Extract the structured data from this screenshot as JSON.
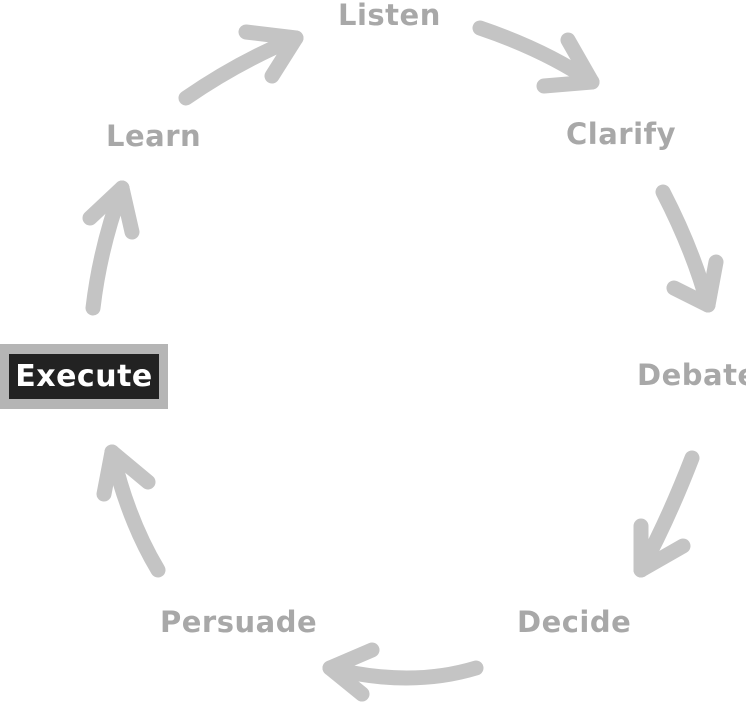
{
  "cycle": {
    "steps": {
      "listen": "Listen",
      "clarify": "Clarify",
      "debate": "Debate",
      "decide": "Decide",
      "persuade": "Persuade",
      "execute": "Execute",
      "learn": "Learn"
    },
    "current_step": "Execute"
  },
  "colors": {
    "arrow": "#c4c4c4",
    "label": "#a8a8a8",
    "current_background": "#222222",
    "current_border": "#b5b5b5",
    "current_text": "#ffffff"
  }
}
